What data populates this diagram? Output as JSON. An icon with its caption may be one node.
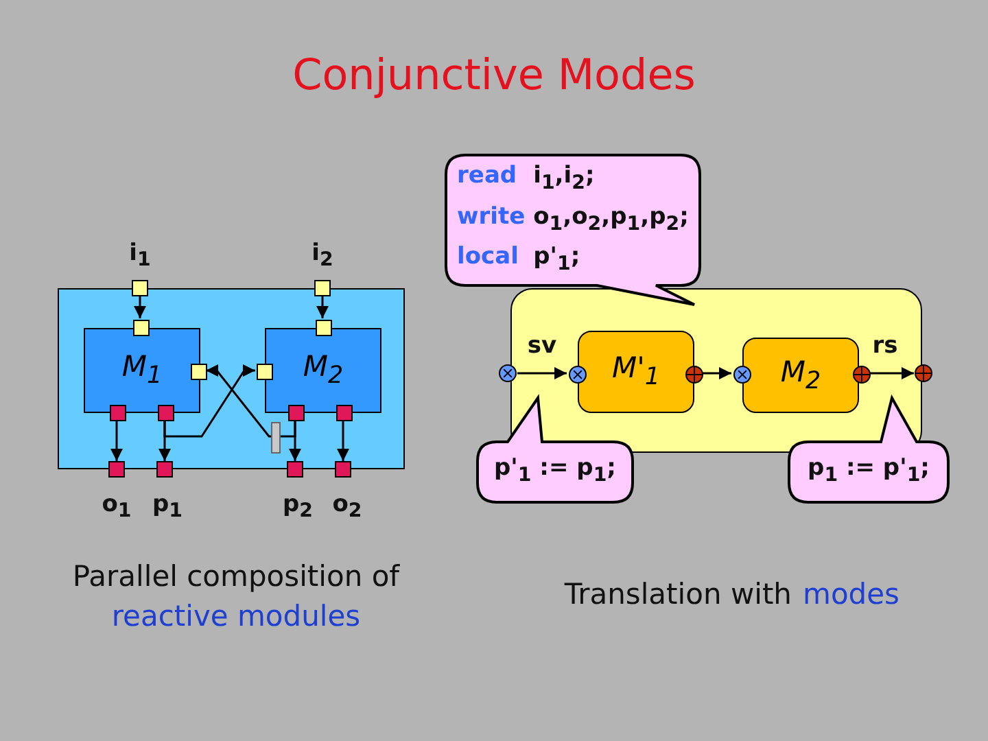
{
  "diagram": {
    "title": "Conjunctive Modes",
    "nodes": [
      {
        "text": [],
        "shape": "box"
      },
      {
        "text": [
          "M$_{1}$"
        ],
        "in": 0
      },
      {
        "text": [
          "M$_{2}$"
        ],
        "in": 0
      },
      {
        "text": [],
        "shape": "box"
      },
      {
        "text": [],
        "shape": "box"
      },
      {
        "text": [],
        "shape": "box",
        "in": 0
      },
      {
        "text": [],
        "shape": "box",
        "in": 0
      },
      {
        "text": [],
        "shape": "box",
        "in": 0
      },
      {
        "text": [],
        "shape": "box",
        "in": 0
      },
      {
        "text": [],
        "shape": "box",
        "in": 0
      },
      {
        "text": [],
        "shape": "box",
        "in": 0
      },
      {
        "text": [],
        "shape": "box",
        "in": 0
      },
      {
        "text": [],
        "shape": "box",
        "in": 0
      },
      {
        "text": [],
        "shape": "box"
      },
      {
        "text": [],
        "shape": "box"
      },
      {
        "text": [],
        "shape": "box"
      },
      {
        "text": [],
        "shape": "box"
      },
      {
        "text": [],
        "shape": "box"
      },
      {
        "text": [
          "M'$_{1}$"
        ],
        "in": 17
      },
      {
        "text": [
          "M$_{2}$"
        ],
        "in": 17
      },
      {
        "text": [],
        "shape": "circle"
      },
      {
        "text": [],
        "shape": "circle",
        "in": 17
      },
      {
        "text": [],
        "shape": "circle",
        "in": 17
      },
      {
        "text": [],
        "shape": "circle",
        "in": 17
      },
      {
        "text": [],
        "shape": "circle",
        "in": 17
      },
      {
        "text": [],
        "shape": "circle"
      },
      {
        "text": [
          "read",
          "i$_{1}$,i$_{2}$;",
          "write",
          "o$_{1}$,o$_{2}$,p$_{1}$,p$_{2}$;",
          "local",
          "p'$_{1}$;"
        ]
      },
      {
        "text": [
          "p'$_{1}$ := p$_{1}$;"
        ]
      },
      {
        "text": [
          "p$_{1}$ := p'$_{1}$;"
        ]
      }
    ],
    "edges": [
      {
        "from": 3,
        "to": 5,
        "arrow": "to"
      },
      {
        "from": 4,
        "to": 6,
        "arrow": "to"
      },
      {
        "from": 9,
        "to": 13,
        "arrow": "to"
      },
      {
        "from": 10,
        "to": 14,
        "arrow": "to"
      },
      {
        "from": 11,
        "to": 15,
        "arrow": "to"
      },
      {
        "from": 12,
        "to": 16,
        "arrow": "to"
      },
      {
        "from": 10,
        "to": 8,
        "arrow": "to"
      },
      {
        "from": 11,
        "to": 7,
        "arrow": "to"
      },
      {
        "from": 20,
        "to": 21,
        "arrow": "to"
      },
      {
        "from": 22,
        "to": 23,
        "arrow": "to"
      },
      {
        "from": 24,
        "to": 25,
        "arrow": "to"
      }
    ],
    "labels": [
      "i$_{1}$",
      "i$_{2}$",
      "sv",
      "rs",
      "o$_{1}$",
      "p$_{1}$",
      "p$_{2}$",
      "o$_{2}$",
      "Parallel composition of",
      "reactive modules",
      "Translation with",
      "modes"
    ]
  }
}
